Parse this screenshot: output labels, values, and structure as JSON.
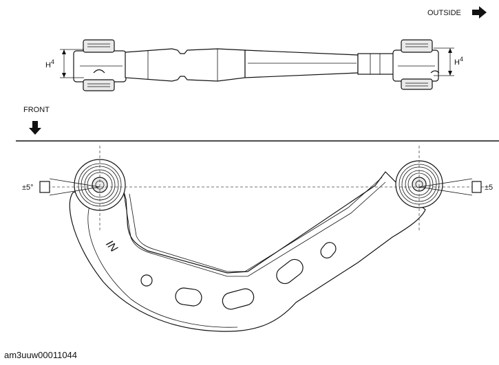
{
  "labels": {
    "outside": "OUTSIDE",
    "front": "FRONT",
    "height_left": "H",
    "height_left_sup": "4",
    "height_right": "H",
    "height_right_sup": "4",
    "angle_left": "±5°",
    "angle_right": "±5"
  },
  "caption": "am3uuw00011044",
  "colors": {
    "line": "#111111",
    "fill": "#ffffff",
    "shade": "#e9e9e9"
  },
  "icons": {
    "outside_arrow": "arrow-right-icon",
    "front_arrow": "arrow-down-icon"
  }
}
